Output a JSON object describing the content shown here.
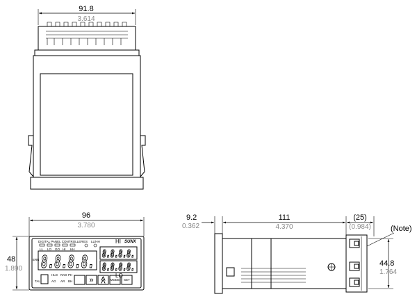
{
  "dimensions": {
    "top_width": {
      "mm": "91.8",
      "inch": "3.614"
    },
    "front_width": {
      "mm": "96",
      "inch": "3.780"
    },
    "front_height": {
      "mm": "48",
      "inch": "1.890"
    },
    "bezel_depth": {
      "mm": "9.2",
      "inch": "0.362"
    },
    "body_depth": {
      "mm": "111",
      "inch": "4.370"
    },
    "terminal_depth": {
      "mm": "(25)",
      "inch": "(0.984)"
    },
    "side_height": {
      "mm": "44.8",
      "inch": "1.764"
    }
  },
  "callouts": {
    "note": "(Note)"
  },
  "front_panel": {
    "title": "DIGITAL PANEL CONTROLLER",
    "indicators": [
      "LL",
      "LO",
      "GO",
      "HI",
      "HH"
    ],
    "extra_indicators": [
      "ES",
      "LL/HH"
    ],
    "display_main": "8.8.8.8.",
    "display_small_top": "8.8.8.8.",
    "display_small_bottom": "8.8.8.8.",
    "label_hi": "HI",
    "label_lo": "LO",
    "brand": "SUNX",
    "label_left_mid": "ERR",
    "label_left_bottom": "TAL",
    "labels_row1": [
      "HLD",
      "RAD",
      "PH"
    ],
    "labels_row2": [
      "AG",
      "AR",
      "BH"
    ],
    "btn_shift": "»",
    "btn_up": "≪",
    "btn_mode": "MODE",
    "btn_set": "SET"
  }
}
